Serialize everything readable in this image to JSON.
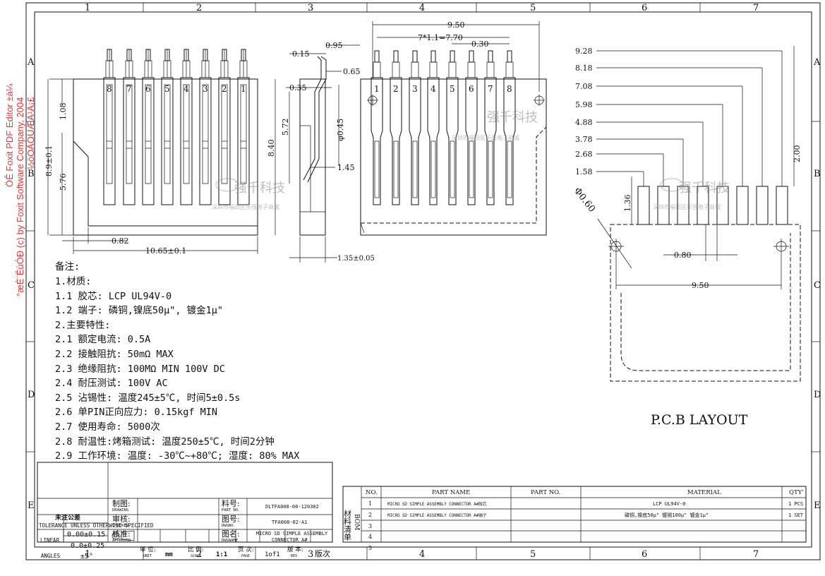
{
  "grid": {
    "cols": [
      "1",
      "2",
      "3",
      "4",
      "5",
      "6",
      "7"
    ],
    "rows": [
      "A",
      "B",
      "C",
      "D",
      "E"
    ]
  },
  "watermark": {
    "line1": "ÖÊ Foxit PDF Editor ±à¼­",
    "line2": "°æÈ¨ËùÓÐ (c) by Foxit Software Company, 2004",
    "line3": "½öÓÃÓÚÆÀ¹À¡£"
  },
  "company_logo": {
    "name": "强千科技",
    "sub": "深圳市福田区乐强电子商城"
  },
  "dims": {
    "side_pitch_label": "1.08",
    "height_total": "8.9±0.1",
    "height_lower": "5.76",
    "offset": "0.82",
    "width_total": "10.65±0.1",
    "d015": "0.15",
    "d095": "0.95",
    "d065": "0.65",
    "d035": "0.35",
    "d572": "5.72",
    "d840": "8.40",
    "phi045": "φ0.45",
    "d145": "1.45",
    "d135": "1.35±0.05",
    "top_950": "9.50",
    "pitch": "7*1.1=7.70",
    "d030": "0.30",
    "pcb_928": "9.28",
    "pcb_818": "8.18",
    "pcb_708": "7.08",
    "pcb_598": "5.98",
    "pcb_488": "4.88",
    "pcb_378": "3.78",
    "pcb_268": "2.68",
    "pcb_158": "1.58",
    "pcb_200": "2.00",
    "pcb_136": "1.36",
    "pcb_phi060": "Φ0.60",
    "pcb_080": "0.80",
    "pcb_950": "9.50"
  },
  "pin_labels_left": [
    "8",
    "7",
    "6",
    "5",
    "4",
    "3",
    "2",
    "1"
  ],
  "pin_labels_front": [
    "1",
    "2",
    "3",
    "4",
    "5",
    "6",
    "7",
    "8"
  ],
  "pcb_title": "P.C.B LAYOUT",
  "notes": {
    "heading": "备注:",
    "lines": [
      "1.材质:",
      "1.1 胶芯: LCP UL94V-0",
      "1.2 端子: 磷铜,镍底50μ\", 镀金1μ\"",
      "2.主要特性:",
      "2.1 额定电流: 0.5A",
      "2.2 接触阻抗: 50mΩ MAX",
      "2.3 绝缘阻抗: 100MΩ MIN 100V DC",
      "2.4 耐压测试: 100V AC",
      "2.5 沾锡性: 温度245±5℃, 时间5±0.5s",
      "2.6 单PIN正向应力: 0.15kgf MIN",
      "2.7 使用寿命: 5000次",
      "2.8 耐温性:烤箱测试: 温度250±5℃, 时间2分钟",
      "2.9 工作环境: 温度: -30℃~+80℃; 湿度: 80% MAX"
    ]
  },
  "title_block": {
    "tolerance_title": "未注公差",
    "tolerance_sub": "TOLERANCE UNLESS OTHERWISE SPECIFIED",
    "linear": "LINEAR",
    "angles": "ANGLES",
    "tol1": "0.00±0.15",
    "tol2": "0.0±0.25",
    "tol3": "±5°",
    "drawn_cn": "制图:",
    "drawn_en": "DRAWING",
    "checked_cn": "审核:",
    "checked_en": "CHECKED",
    "approved_cn": "核准:",
    "approved_en": "APPROVED",
    "partno_cn": "料号:",
    "partno_en": "PART NO.",
    "partno": "DLTFA008-00-120302",
    "dwgno_cn": "图号:",
    "dwgno_en": "DWGNO",
    "dwgno": "TFA008-02-A1",
    "dwgname_cn": "图名:",
    "dwgname_en": "DWGNAME",
    "dwgname1": "MICRO SD SIMPLE  ASSEMBLY",
    "dwgname2": "CONNECTOR A#",
    "unit_cn": "单 位:",
    "unit_en": "UNIT",
    "unit": "mm",
    "scale_cn": "比 例:",
    "scale_en": "SCALE",
    "scale": "1:1",
    "page_cn": "页 次:",
    "page_en": "PAGE",
    "page": "1of1",
    "rev_cn": "版 本:",
    "rev_en": "REV",
    "rev": "版次"
  },
  "bom": {
    "side_label": "材料清单",
    "bom_letters": "BOM",
    "headers": [
      "NO.",
      "PART  NAME",
      "PART  NO.",
      "MATERIAL",
      "QTY'"
    ],
    "rows": [
      {
        "no": "1",
        "name": "MICRO SD SIMPLE  ASSEMBLY CONNECTOR A#胶芯",
        "partno": "",
        "material": "LCP UL94V-0",
        "qty": "1 PCS"
      },
      {
        "no": "2",
        "name": "MICRO SD SIMPLE  ASSEMBLY CONNECTOR A#端子",
        "partno": "",
        "material": "磷铜,镍底50μ\" 镀锡100μ\" 镀金1μ\"",
        "qty": "1 SET"
      },
      {
        "no": "3",
        "name": "",
        "partno": "",
        "material": "",
        "qty": ""
      },
      {
        "no": "4",
        "name": "",
        "partno": "",
        "material": "",
        "qty": ""
      },
      {
        "no": "5",
        "name": "",
        "partno": "",
        "material": "",
        "qty": ""
      }
    ]
  }
}
